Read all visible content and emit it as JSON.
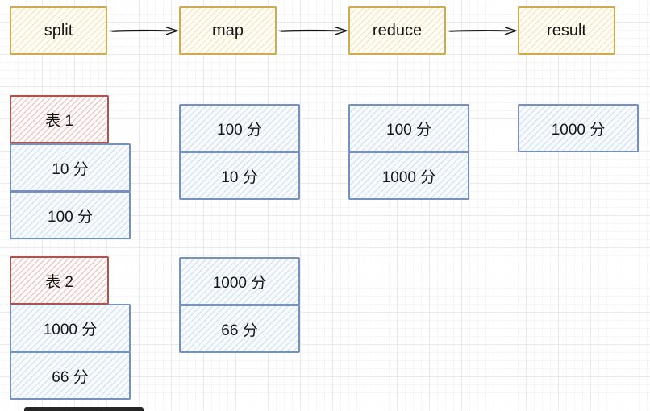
{
  "flow": {
    "steps": [
      {
        "label": "split"
      },
      {
        "label": "map"
      },
      {
        "label": "reduce"
      },
      {
        "label": "result"
      }
    ]
  },
  "split_column": {
    "groups": [
      {
        "title": "表 1",
        "items": [
          {
            "label": "10 分"
          },
          {
            "label": "100 分"
          }
        ]
      },
      {
        "title": "表 2",
        "items": [
          {
            "label": "1000 分"
          },
          {
            "label": "66 分"
          }
        ]
      }
    ]
  },
  "map_column": {
    "groups": [
      {
        "items": [
          {
            "label": "100 分"
          },
          {
            "label": "10 分"
          }
        ]
      },
      {
        "items": [
          {
            "label": "1000 分"
          },
          {
            "label": "66 分"
          }
        ]
      }
    ]
  },
  "reduce_column": {
    "groups": [
      {
        "items": [
          {
            "label": "100 分"
          },
          {
            "label": "1000 分"
          }
        ]
      }
    ]
  },
  "result_column": {
    "groups": [
      {
        "items": [
          {
            "label": "1000 分"
          }
        ]
      }
    ]
  },
  "colors": {
    "step_border": "#d0ab4e",
    "step_fill": "#fffdf6",
    "table_border": "#b0524d",
    "table_fill": "#fffcfc",
    "item_border": "#7491bf",
    "item_fill": "#f8fbfe",
    "arrow": "#141414",
    "grid_minor": "#f6f6f6",
    "grid_major": "#e9e9e9"
  }
}
